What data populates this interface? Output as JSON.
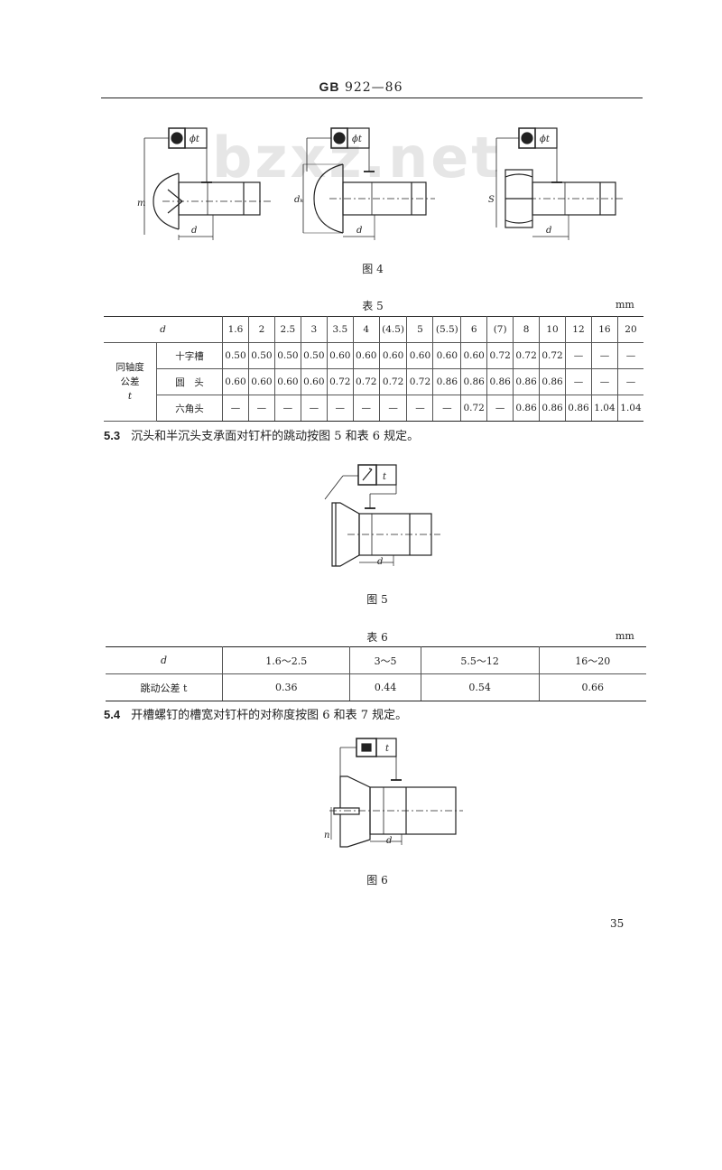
{
  "header": {
    "prefix": "GB",
    "number": "922—86"
  },
  "watermark": "bzxz.net",
  "figures": {
    "fig4": {
      "caption": "图 4",
      "labels": {
        "tol_symbol": "ϕt",
        "dim_d": "d",
        "dim_m": "m",
        "dim_dk": "dₖ",
        "dim_s": "S"
      }
    },
    "fig5": {
      "caption": "图 5",
      "labels": {
        "tol_symbol": "t",
        "dim_d": "d"
      }
    },
    "fig6": {
      "caption": "图 6",
      "labels": {
        "tol_symbol": "t",
        "dim_d": "d",
        "dim_n": "n"
      }
    }
  },
  "table5": {
    "title": "表 5",
    "unit": "mm",
    "d_label": "d",
    "d_values": [
      "1.6",
      "2",
      "2.5",
      "3",
      "3.5",
      "4",
      "(4.5)",
      "5",
      "(5.5)",
      "6",
      "(7)",
      "8",
      "10",
      "12",
      "16",
      "20"
    ],
    "group_label": [
      "同轴度",
      "公差",
      "t"
    ],
    "rows": [
      {
        "name": "十字槽",
        "values": [
          "0.50",
          "0.50",
          "0.50",
          "0.50",
          "0.60",
          "0.60",
          "0.60",
          "0.60",
          "0.60",
          "0.60",
          "0.72",
          "0.72",
          "0.72",
          "—",
          "—",
          "—"
        ]
      },
      {
        "name": "圆　头",
        "values": [
          "0.60",
          "0.60",
          "0.60",
          "0.60",
          "0.72",
          "0.72",
          "0.72",
          "0.72",
          "0.86",
          "0.86",
          "0.86",
          "0.86",
          "0.86",
          "—",
          "—",
          "—"
        ]
      },
      {
        "name": "六角头",
        "values": [
          "—",
          "—",
          "—",
          "—",
          "—",
          "—",
          "—",
          "—",
          "—",
          "0.72",
          "—",
          "0.86",
          "0.86",
          "0.86",
          "1.04",
          "1.04"
        ]
      }
    ]
  },
  "para53": {
    "num": "5.3",
    "text": "沉头和半沉头支承面对钉杆的跳动按图 5 和表 6 规定。"
  },
  "table6": {
    "title": "表 6",
    "unit": "mm",
    "d_label": "d",
    "d_values": [
      "1.6～2.5",
      "3～5",
      "5.5～12",
      "16～20"
    ],
    "row_label": "跳动公差 t",
    "values": [
      "0.36",
      "0.44",
      "0.54",
      "0.66"
    ]
  },
  "para54": {
    "num": "5.4",
    "text": "开槽螺钉的槽宽对钉杆的对称度按图 6 和表 7 规定。"
  },
  "page_number": "35"
}
